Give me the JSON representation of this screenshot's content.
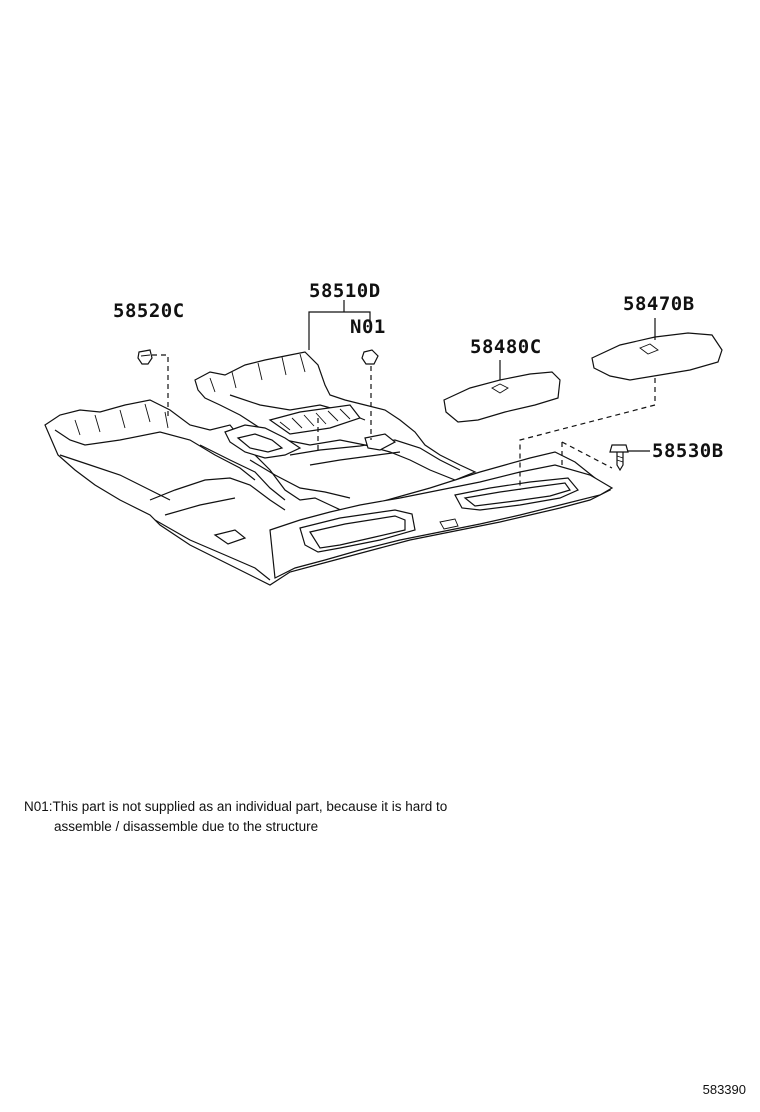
{
  "callouts": {
    "p58520c": "58520C",
    "p58510d": "58510D",
    "n01": "N01",
    "p58480c": "58480C",
    "p58470b": "58470B",
    "p58530b": "58530B"
  },
  "note": {
    "line1": "N01:This part is not supplied as an individual part, because it is hard to",
    "line2": "assemble / disassemble due to the structure"
  },
  "diagram_id": "583390"
}
